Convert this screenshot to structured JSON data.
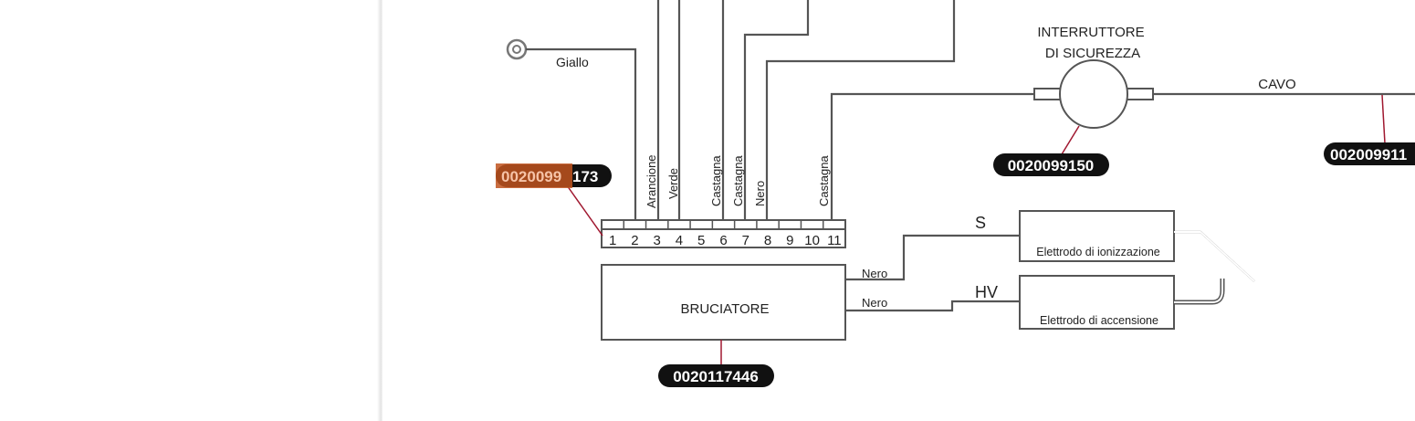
{
  "diagram": {
    "wire_labels": {
      "giallo": "Giallo",
      "arancione": "Arancione",
      "verde": "Verde",
      "castagna1": "Castagna",
      "castagna2": "Castagna",
      "nero": "Nero",
      "castagna3": "Castagna",
      "nero_s": "Nero",
      "nero_hv": "Nero"
    },
    "terminals": [
      "1",
      "2",
      "3",
      "4",
      "5",
      "6",
      "7",
      "8",
      "9",
      "10",
      "11"
    ],
    "switch_label_1": "INTERRUTTORE",
    "switch_label_2": "DI SICUREZZA",
    "cable_label": "CAVO",
    "burner_label": "BRUCIATORE",
    "s_label": "S",
    "hv_label": "HV",
    "ionization_label": "Elettrodo di ionizzazione",
    "ignition_label": "Elettrodo di accensione",
    "part_numbers": {
      "terminal_block_highlight": "0020099",
      "terminal_block_rest": "173",
      "switch": "0020099150",
      "cable": "002009911",
      "burner": "0020117446"
    },
    "highlight_color": "#c0531f"
  }
}
